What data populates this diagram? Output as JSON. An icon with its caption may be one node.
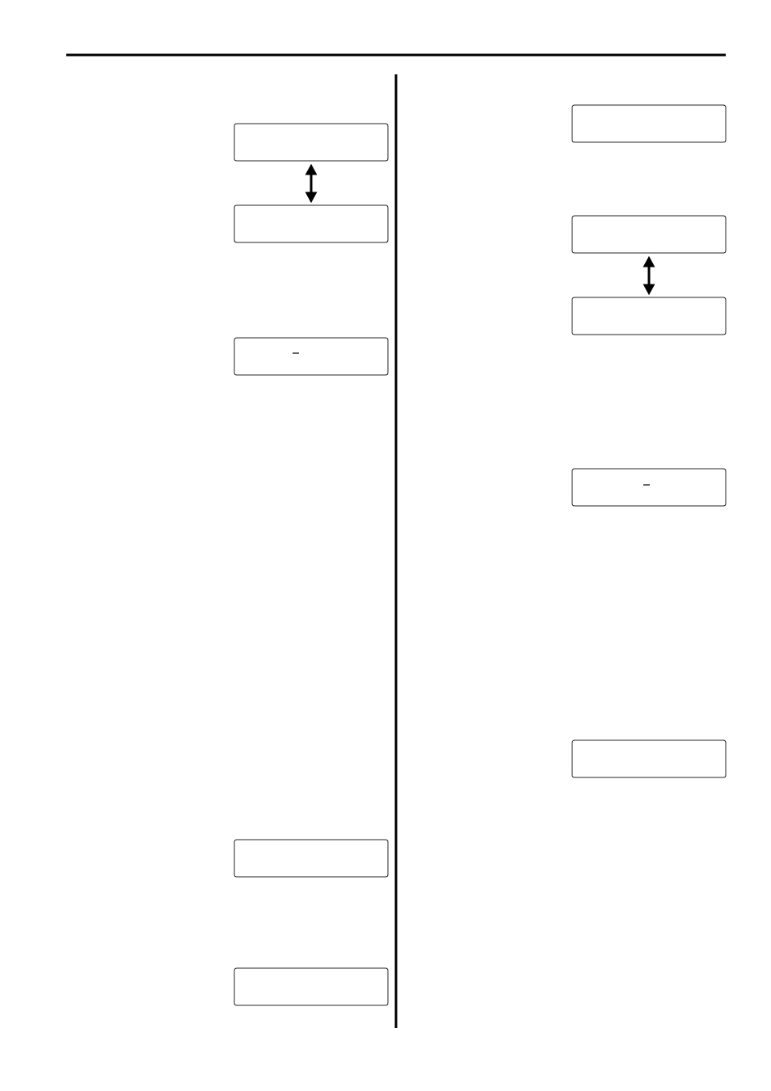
{
  "diagram": {
    "nodes": [
      {
        "text": [],
        "shape": "box"
      },
      {
        "text": [],
        "shape": "box"
      },
      {
        "text": [],
        "shape": "box"
      },
      {
        "text": [],
        "shape": "box"
      },
      {
        "text": [],
        "shape": "box"
      },
      {
        "text": [],
        "shape": "box"
      },
      {
        "text": [],
        "shape": "box"
      },
      {
        "text": [],
        "shape": "box"
      },
      {
        "text": [],
        "shape": "box"
      },
      {
        "text": [],
        "shape": "box"
      }
    ],
    "edges": [
      {
        "from": 0,
        "to": 1,
        "arrow": "both"
      },
      {
        "from": 6,
        "to": 7,
        "arrow": "both"
      }
    ]
  }
}
